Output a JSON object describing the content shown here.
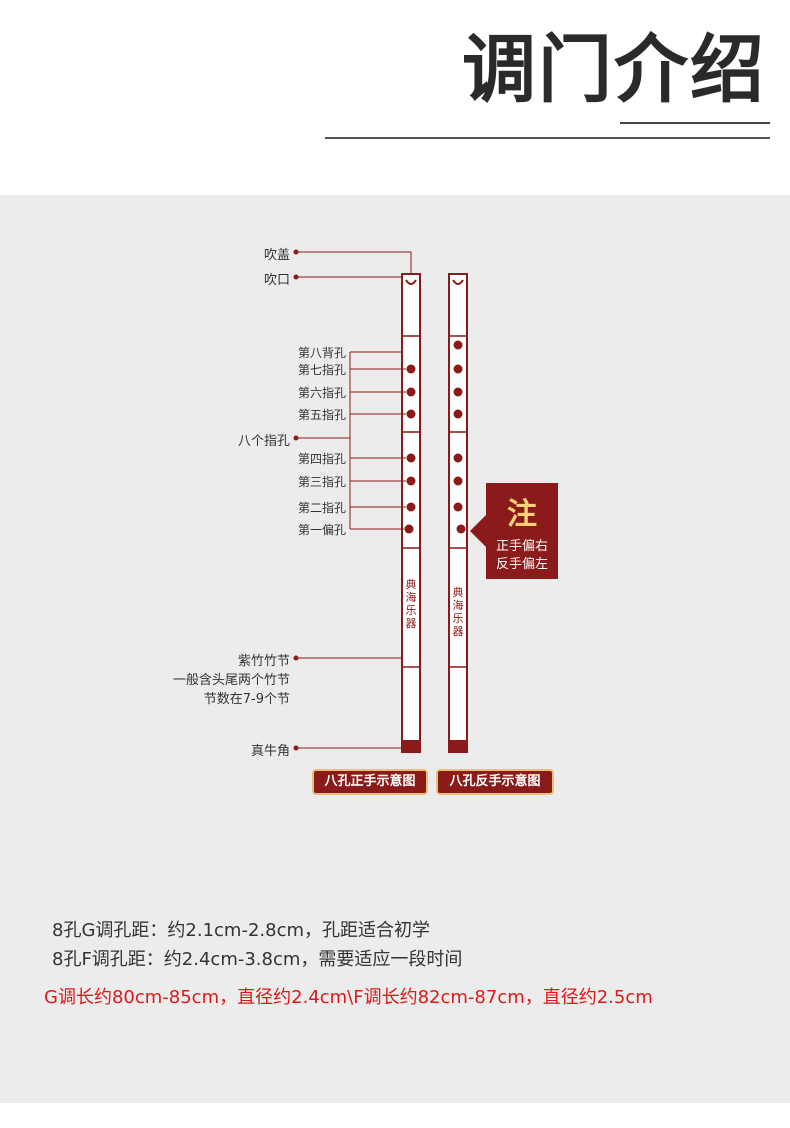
{
  "header": {
    "title": "调门介绍"
  },
  "labels": {
    "chuigai": "吹盖",
    "chuikou": "吹口",
    "hole8": "第八背孔",
    "hole7": "第七指孔",
    "hole6": "第六指孔",
    "hole5": "第五指孔",
    "eight_holes": "八个指孔",
    "hole4": "第四指孔",
    "hole3": "第三指孔",
    "hole2": "第二指孔",
    "hole1": "第一偏孔",
    "bamboo_title": "紫竹竹节",
    "bamboo_line1": "一般含头尾两个竹节",
    "bamboo_line2": "节数在7-9个节",
    "horn": "真牛角"
  },
  "note": {
    "big": "注",
    "line1": "正手偏右",
    "line2": "反手偏左"
  },
  "captions": {
    "front": "八孔正手示意图",
    "back": "八孔反手示意图"
  },
  "specs": {
    "g": "8孔G调孔距：约2.1cm-2.8cm，孔距适合初学",
    "f": "8孔F调孔距：约2.4cm-3.8cm，需要适应一段时间",
    "length": "G调长约80cm-85cm，直径约2.4cm\\F调长约82cm-87cm，直径约2.5cm"
  },
  "colors": {
    "brand_red": "#8b1a1a",
    "hole_red": "#8b1a1a",
    "warn_red": "#e01818",
    "panel_bg": "#ececec"
  }
}
